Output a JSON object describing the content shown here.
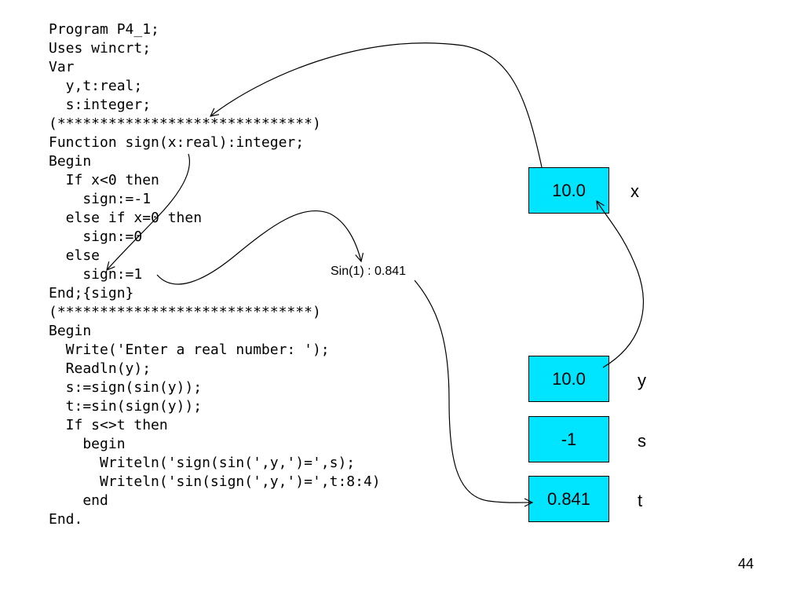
{
  "code_lines": [
    "Program P4_1;",
    "Uses wincrt;",
    "Var",
    "  y,t:real;",
    "  s:integer;",
    "(******************************)",
    "Function sign(x:real):integer;",
    "Begin",
    "  If x<0 then",
    "    sign:=-1",
    "  else if x=0 then",
    "    sign:=0",
    "  else",
    "    sign:=1",
    "End;{sign}",
    "(******************************)",
    "Begin",
    "  Write('Enter a real number: ');",
    "  Readln(y);",
    "  s:=sign(sin(y));",
    "  t:=sin(sign(y));",
    "  If s<>t then",
    "    begin",
    "      Writeln('sign(sin(',y,')=',s);",
    "      Writeln('sin(sign(',y,')=',t:8:4)",
    "    end",
    "End."
  ],
  "variables": {
    "x": {
      "name": "x",
      "value": "10.0"
    },
    "y": {
      "name": "y",
      "value": "10.0"
    },
    "s": {
      "name": "s",
      "value": "-1"
    },
    "t": {
      "name": "t",
      "value": "0.841"
    }
  },
  "annotation": "Sin(1) : 0.841",
  "page_number": "44",
  "colors": {
    "box_fill": "#00e5ff",
    "text": "#000000"
  }
}
